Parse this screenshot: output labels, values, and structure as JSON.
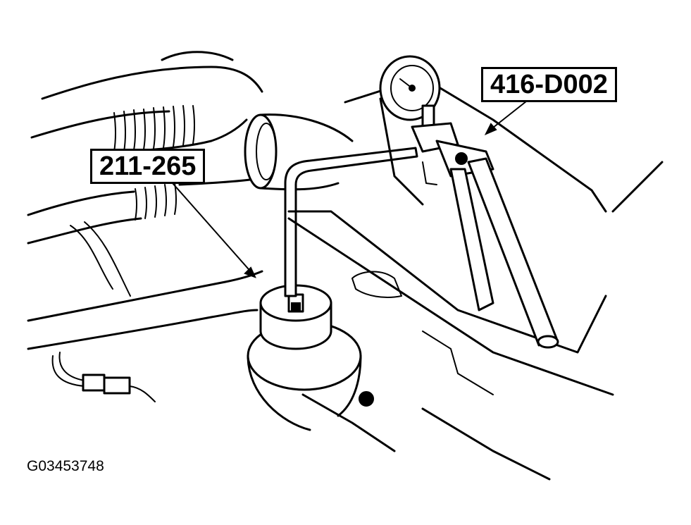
{
  "callouts": {
    "tool_left": "211-265",
    "tool_right": "416-D002"
  },
  "figure_id": "G03453748"
}
